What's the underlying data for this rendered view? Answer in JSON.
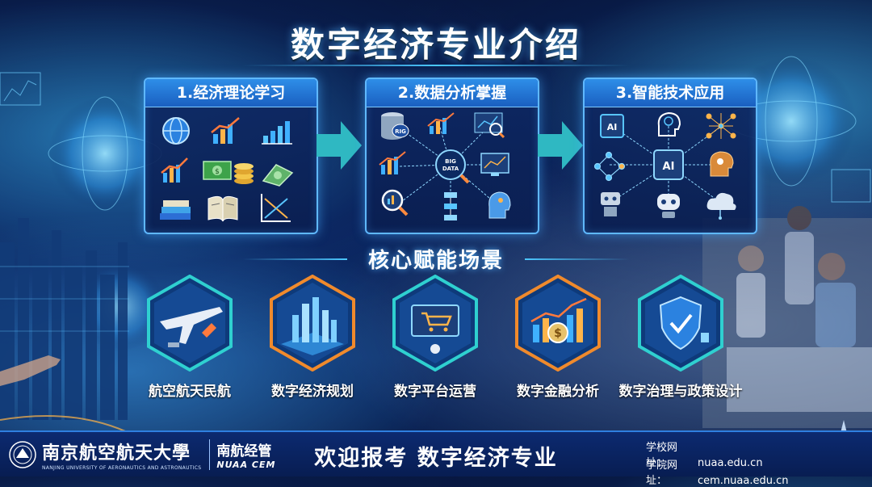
{
  "title": "数字经济专业介绍",
  "steps": [
    {
      "label": "1.经济理论学习",
      "icons": [
        "globe-icon",
        "bar-chart-icon",
        "growth-chart-icon",
        "line-chart-icon",
        "money-icon",
        "coins-icon",
        "cash-stack-icon",
        "books-icon",
        "open-book-icon",
        "supply-demand-icon"
      ]
    },
    {
      "label": "2.数据分析掌握",
      "icons": [
        "database-icon",
        "analytics-chart-icon",
        "magnifier-chart-icon",
        "bar-chart-icon",
        "big-data-icon",
        "monitor-chart-icon",
        "search-icon",
        "flowchart-icon",
        "ai-head-icon"
      ],
      "badge_rig": "RIG",
      "badge_bigdata": "BIG DATA"
    },
    {
      "label": "3.智能技术应用",
      "icons": [
        "ai-chip-icon",
        "brain-icon",
        "neural-net-icon",
        "network-icon",
        "ai-core-icon",
        "brain-circuit-icon",
        "robot-icon",
        "robot-head-icon",
        "cloud-icon"
      ],
      "badge_ai": "AI"
    }
  ],
  "section_title": "核心赋能场景",
  "scenarios": [
    {
      "label": "航空航天民航",
      "icon": "airplane-rocket-icon"
    },
    {
      "label": "数字经济规划",
      "icon": "smart-city-icon"
    },
    {
      "label": "数字平台运营",
      "icon": "ecommerce-platform-icon"
    },
    {
      "label": "数字金融分析",
      "icon": "finance-analysis-icon"
    },
    {
      "label": "数字治理与政策设计",
      "icon": "governance-shield-icon"
    }
  ],
  "footer": {
    "school_cn": "南京航空航天大學",
    "school_en": "NANJING UNIVERSITY OF AERONAUTICS AND ASTRONAUTICS",
    "cem_cn": "南航经管",
    "cem_en": "NUAA CEM",
    "slogan": "欢迎报考 数字经济专业",
    "urls": [
      {
        "label": "学校网址：",
        "value": "nuaa.edu.cn"
      },
      {
        "label": "学院网址：",
        "value": "cem.nuaa.edu.cn"
      }
    ]
  },
  "colors": {
    "accent": "#4cc8ff",
    "panel_border": "#5fb8ff",
    "hex_orange": "#f08a2c",
    "hex_teal": "#2fd0d0"
  }
}
